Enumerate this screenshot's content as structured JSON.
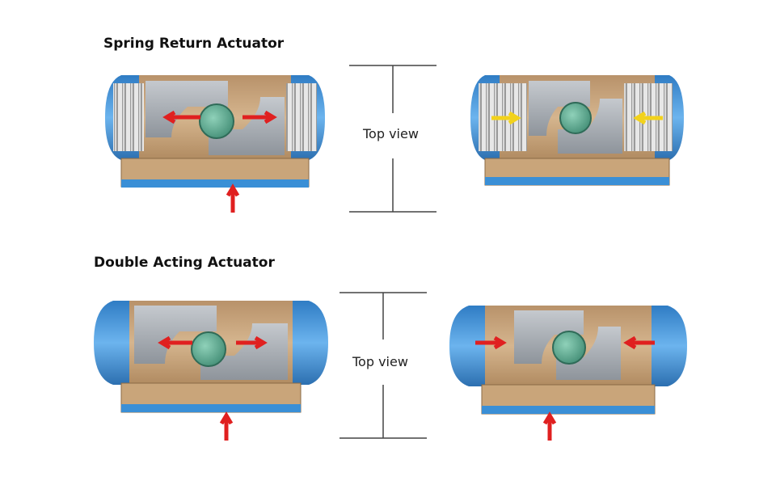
{
  "sections": {
    "spring_return": {
      "title": "Spring Return Actuator",
      "dimension_label": "Top view"
    },
    "double_acting": {
      "title": "Double Acting Actuator",
      "dimension_label": "Top view"
    }
  },
  "colors": {
    "body_tan": "#c7a57b",
    "body_dark": "#8a6a45",
    "end_cap_blue": "#3a8fd6",
    "end_cap_light": "#6cb4ee",
    "inner_gray": "#a9aeb5",
    "pinion_green": "#4f9e86",
    "spring_silver": "#c8c8c8",
    "air_arrow_red": "#e02020",
    "spring_arrow_yellow": "#f2d21c"
  }
}
